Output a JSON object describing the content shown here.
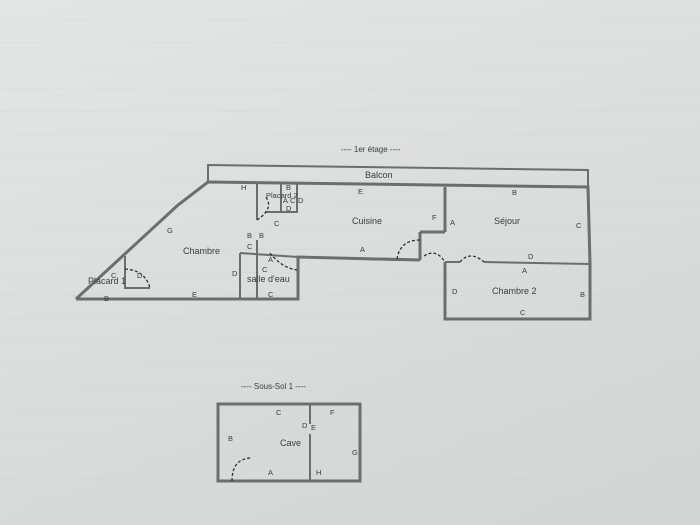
{
  "titles": {
    "floor1": "---- 1er étage ----",
    "basement": "---- Sous-Sol 1 ----"
  },
  "rooms": {
    "balcon": "Balcon",
    "cuisine": "Cuisine",
    "sejour": "Séjour",
    "chambre": "Chambre",
    "placard1": "Placard 1",
    "placard2": "Placard 2",
    "salle_deau": "salle d'eau",
    "chambre2": "Chambre 2",
    "cave": "Cave"
  },
  "tags": {
    "balcon_e": "E",
    "h_top": "H",
    "g": "G",
    "c_chambre_left": "C",
    "d_chambre_left": "D",
    "b_chambre_bottom": "B",
    "e_chambre_bottom": "E",
    "b_chambre_right": "B",
    "c_chambre_right": "C",
    "b_pl2_1": "B",
    "a_pl2": "A",
    "c_pl2": "C",
    "d_pl2_1": "D",
    "d_pl2_2": "D",
    "b_sdo": "B",
    "c_sdo_left": "C",
    "c_sdo_right": "C",
    "a_sdo": "A",
    "d_sdo": "D",
    "c_sdo_bottom": "C",
    "a_cuisine": "A",
    "f_cuisine": "F",
    "a_sejour": "A",
    "b_sejour": "B",
    "c_sejour": "C",
    "d_sejour": "D",
    "a_ch2": "A",
    "d_ch2": "D",
    "b_ch2": "B",
    "c_ch2": "C",
    "c_cave": "C",
    "f_cave": "F",
    "d_cave": "D",
    "e_cave": "E",
    "b_cave": "B",
    "g_cave": "G",
    "a_cave": "A",
    "h_cave": "H"
  }
}
